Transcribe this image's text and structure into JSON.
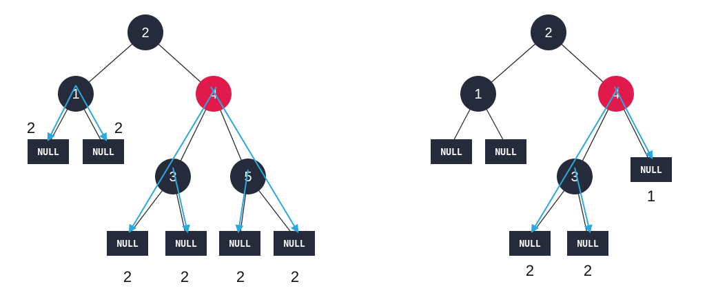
{
  "colors": {
    "node_dark": "#262b3b",
    "node_red": "#e01b4c",
    "arrow_blue": "#2aa8e0",
    "edge": "#2a2a2a"
  },
  "trees": [
    {
      "nodes": {
        "root": "2",
        "n1": "1",
        "n4": "4",
        "n3": "3",
        "n5": "5"
      },
      "null_label": "NULL",
      "counts": {
        "n1_left": "2",
        "n1_right": "2",
        "n3_left": "2",
        "n3_right": "2",
        "n5_left": "2",
        "n5_right": "2"
      }
    },
    {
      "nodes": {
        "root": "2",
        "n1": "1",
        "n4": "4",
        "n3": "3"
      },
      "null_label": "NULL",
      "counts": {
        "n4_right": "1",
        "n3_left": "2",
        "n3_right": "2"
      }
    }
  ]
}
